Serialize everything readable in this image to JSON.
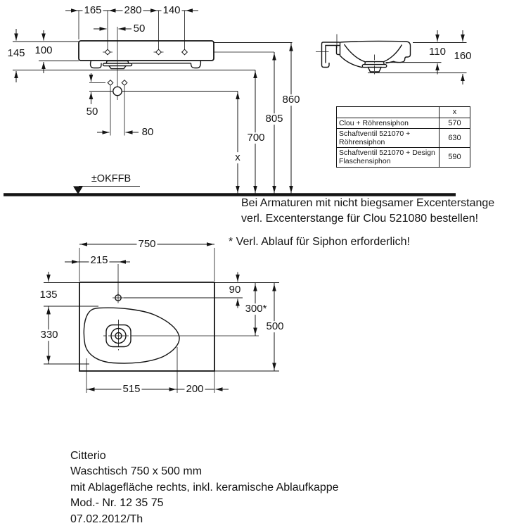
{
  "front_view": {
    "dim_165": "165",
    "dim_280": "280",
    "dim_140": "140",
    "dim_tap_50": "50",
    "dim_145": "145",
    "dim_100": "100",
    "dim_50": "50",
    "dim_80": "80",
    "dim_x": "x",
    "dim_700": "700",
    "dim_805": "805",
    "dim_860": "860",
    "floor_label": "±OKFFB"
  },
  "side_view": {
    "dim_110": "110",
    "dim_160": "160"
  },
  "siphon_table": {
    "col_x": "x",
    "rows": [
      {
        "label": "Clou + Röhrensiphon",
        "x": "570"
      },
      {
        "label": "Schaftventil 521070 + Röhrensiphon",
        "x": "630"
      },
      {
        "label": "Schaftventil 521070 + Design Flaschensiphon",
        "x": "590"
      }
    ]
  },
  "notes": {
    "armature_1": "Bei Armaturen mit nicht biegsamer Excenterstange",
    "armature_2": "verl. Excenterstange für Clou 521080 bestellen!",
    "siphon": "* Verl. Ablauf für Siphon erforderlich!"
  },
  "plan_view": {
    "dim_750": "750",
    "dim_215": "215",
    "dim_135": "135",
    "dim_330": "330",
    "dim_90": "90",
    "dim_300": "300*",
    "dim_500": "500",
    "dim_515": "515",
    "dim_200": "200"
  },
  "footer": {
    "line1": "Citterio",
    "line2": "Waschtisch 750 x 500 mm",
    "line3": "mit Ablagefläche rechts, inkl. keramische Ablaufkappe",
    "line4": "Mod.- Nr. 12 35 75",
    "line5": "07.02.2012/Th"
  }
}
